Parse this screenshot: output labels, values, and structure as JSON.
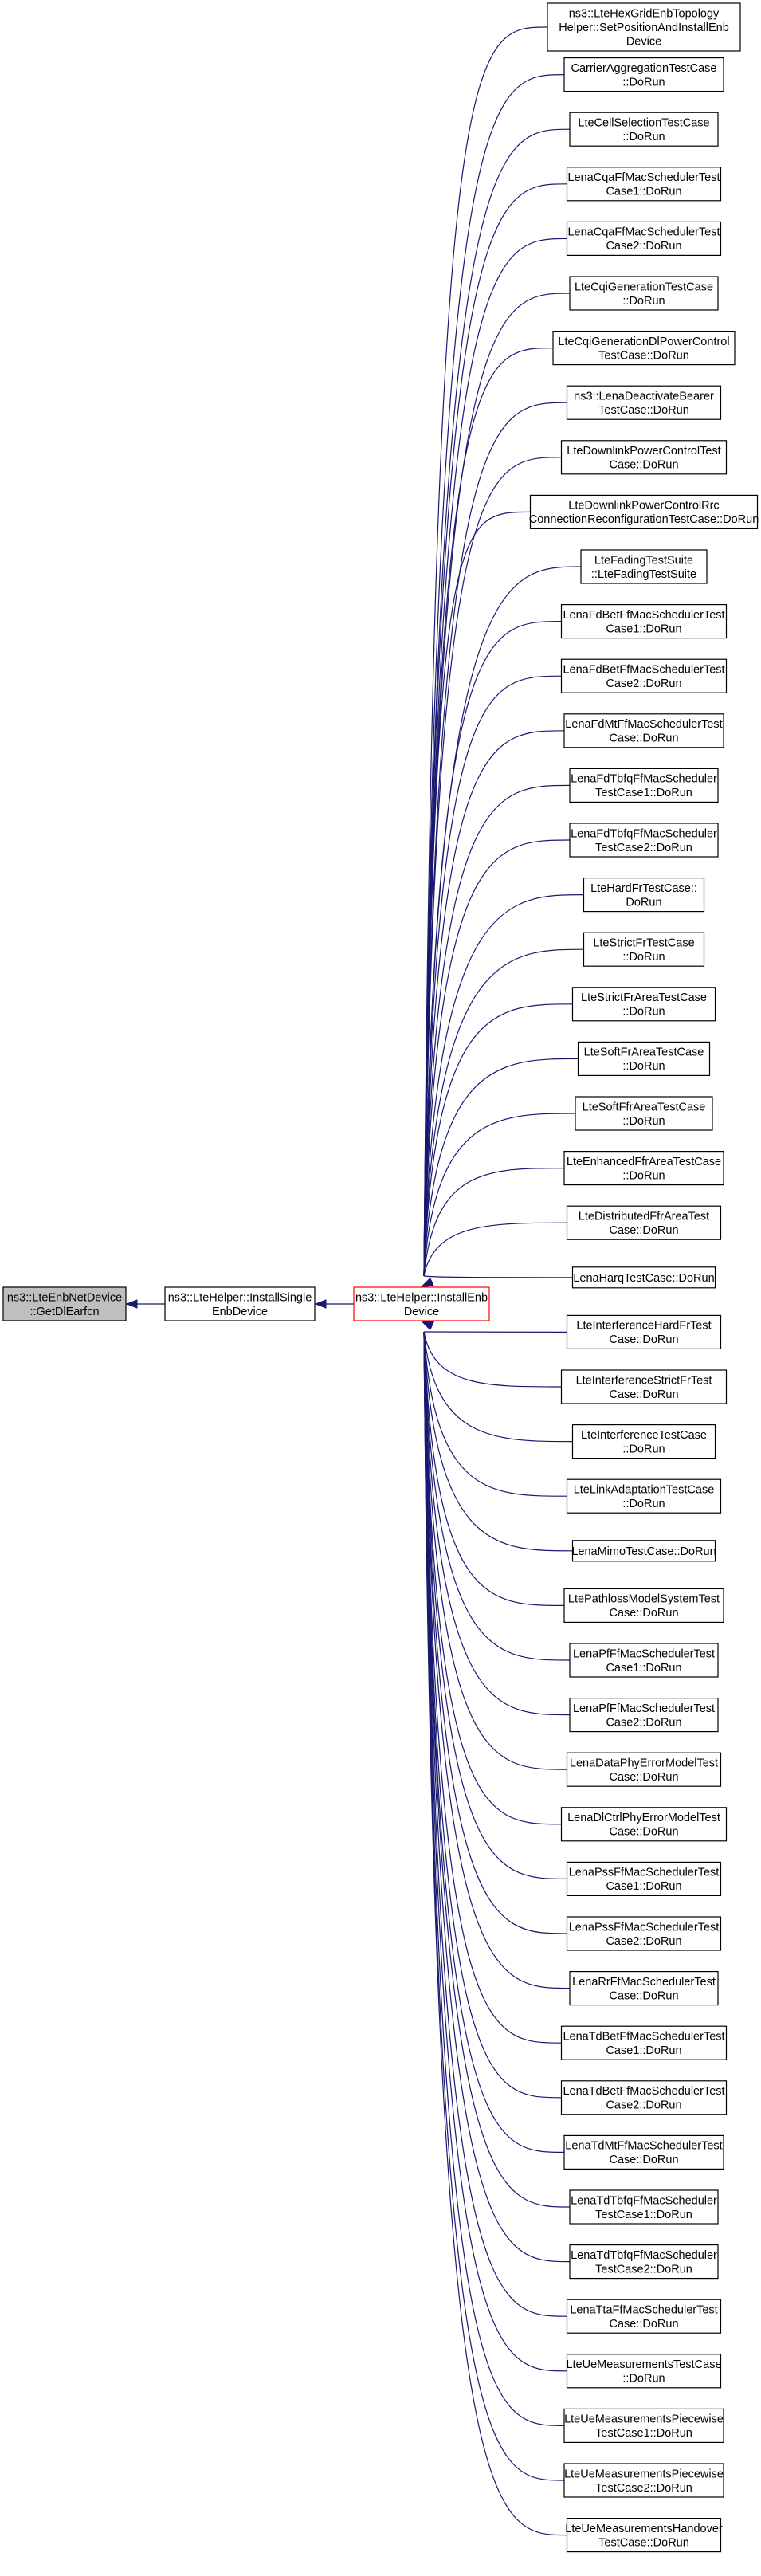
{
  "root_node": {
    "lines": [
      "ns3::LteEnbNetDevice",
      "::GetDlEarfcn"
    ]
  },
  "mid_node": {
    "lines": [
      "ns3::LteHelper::InstallSingle",
      "EnbDevice"
    ]
  },
  "hub_node": {
    "lines": [
      "ns3::LteHelper::InstallEnb",
      "Device"
    ]
  },
  "callers": [
    {
      "lines": [
        "ns3::LteHexGridEnbTopology",
        "Helper::SetPositionAndInstallEnb",
        "Device"
      ]
    },
    {
      "lines": [
        "CarrierAggregationTestCase",
        "::DoRun"
      ]
    },
    {
      "lines": [
        "LteCellSelectionTestCase",
        "::DoRun"
      ]
    },
    {
      "lines": [
        "LenaCqaFfMacSchedulerTest",
        "Case1::DoRun"
      ]
    },
    {
      "lines": [
        "LenaCqaFfMacSchedulerTest",
        "Case2::DoRun"
      ]
    },
    {
      "lines": [
        "LteCqiGenerationTestCase",
        "::DoRun"
      ]
    },
    {
      "lines": [
        "LteCqiGenerationDlPowerControl",
        "TestCase::DoRun"
      ]
    },
    {
      "lines": [
        "ns3::LenaDeactivateBearer",
        "TestCase::DoRun"
      ]
    },
    {
      "lines": [
        "LteDownlinkPowerControlTest",
        "Case::DoRun"
      ]
    },
    {
      "lines": [
        "LteDownlinkPowerControlRrc",
        "ConnectionReconfigurationTestCase::DoRun"
      ]
    },
    {
      "lines": [
        "LteFadingTestSuite",
        "::LteFadingTestSuite"
      ]
    },
    {
      "lines": [
        "LenaFdBetFfMacSchedulerTest",
        "Case1::DoRun"
      ]
    },
    {
      "lines": [
        "LenaFdBetFfMacSchedulerTest",
        "Case2::DoRun"
      ]
    },
    {
      "lines": [
        "LenaFdMtFfMacSchedulerTest",
        "Case::DoRun"
      ]
    },
    {
      "lines": [
        "LenaFdTbfqFfMacScheduler",
        "TestCase1::DoRun"
      ]
    },
    {
      "lines": [
        "LenaFdTbfqFfMacScheduler",
        "TestCase2::DoRun"
      ]
    },
    {
      "lines": [
        "LteHardFrTestCase::",
        "DoRun"
      ]
    },
    {
      "lines": [
        "LteStrictFrTestCase",
        "::DoRun"
      ]
    },
    {
      "lines": [
        "LteStrictFrAreaTestCase",
        "::DoRun"
      ]
    },
    {
      "lines": [
        "LteSoftFrAreaTestCase",
        "::DoRun"
      ]
    },
    {
      "lines": [
        "LteSoftFfrAreaTestCase",
        "::DoRun"
      ]
    },
    {
      "lines": [
        "LteEnhancedFfrAreaTestCase",
        "::DoRun"
      ]
    },
    {
      "lines": [
        "LteDistributedFfrAreaTest",
        "Case::DoRun"
      ]
    },
    {
      "lines": [
        "LenaHarqTestCase::DoRun"
      ]
    },
    {
      "lines": [
        "LteInterferenceHardFrTest",
        "Case::DoRun"
      ]
    },
    {
      "lines": [
        "LteInterferenceStrictFrTest",
        "Case::DoRun"
      ]
    },
    {
      "lines": [
        "LteInterferenceTestCase",
        "::DoRun"
      ]
    },
    {
      "lines": [
        "LteLinkAdaptationTestCase",
        "::DoRun"
      ]
    },
    {
      "lines": [
        "LenaMimoTestCase::DoRun"
      ]
    },
    {
      "lines": [
        "LtePathlossModelSystemTest",
        "Case::DoRun"
      ]
    },
    {
      "lines": [
        "LenaPfFfMacSchedulerTest",
        "Case1::DoRun"
      ]
    },
    {
      "lines": [
        "LenaPfFfMacSchedulerTest",
        "Case2::DoRun"
      ]
    },
    {
      "lines": [
        "LenaDataPhyErrorModelTest",
        "Case::DoRun"
      ]
    },
    {
      "lines": [
        "LenaDlCtrlPhyErrorModelTest",
        "Case::DoRun"
      ]
    },
    {
      "lines": [
        "LenaPssFfMacSchedulerTest",
        "Case1::DoRun"
      ]
    },
    {
      "lines": [
        "LenaPssFfMacSchedulerTest",
        "Case2::DoRun"
      ]
    },
    {
      "lines": [
        "LenaRrFfMacSchedulerTest",
        "Case::DoRun"
      ]
    },
    {
      "lines": [
        "LenaTdBetFfMacSchedulerTest",
        "Case1::DoRun"
      ]
    },
    {
      "lines": [
        "LenaTdBetFfMacSchedulerTest",
        "Case2::DoRun"
      ]
    },
    {
      "lines": [
        "LenaTdMtFfMacSchedulerTest",
        "Case::DoRun"
      ]
    },
    {
      "lines": [
        "LenaTdTbfqFfMacScheduler",
        "TestCase1::DoRun"
      ]
    },
    {
      "lines": [
        "LenaTdTbfqFfMacScheduler",
        "TestCase2::DoRun"
      ]
    },
    {
      "lines": [
        "LenaTtaFfMacSchedulerTest",
        "Case::DoRun"
      ]
    },
    {
      "lines": [
        "LteUeMeasurementsTestCase",
        "::DoRun"
      ]
    },
    {
      "lines": [
        "LteUeMeasurementsPiecewise",
        "TestCase1::DoRun"
      ]
    },
    {
      "lines": [
        "LteUeMeasurementsPiecewise",
        "TestCase2::DoRun"
      ]
    },
    {
      "lines": [
        "LteUeMeasurementsHandover",
        "TestCase::DoRun"
      ]
    }
  ],
  "colors": {
    "edge": "#191970",
    "node_border": "#000000",
    "root_fill": "#bfbfbf",
    "hub_border": "#ff0000",
    "node_fill": "#ffffff"
  }
}
